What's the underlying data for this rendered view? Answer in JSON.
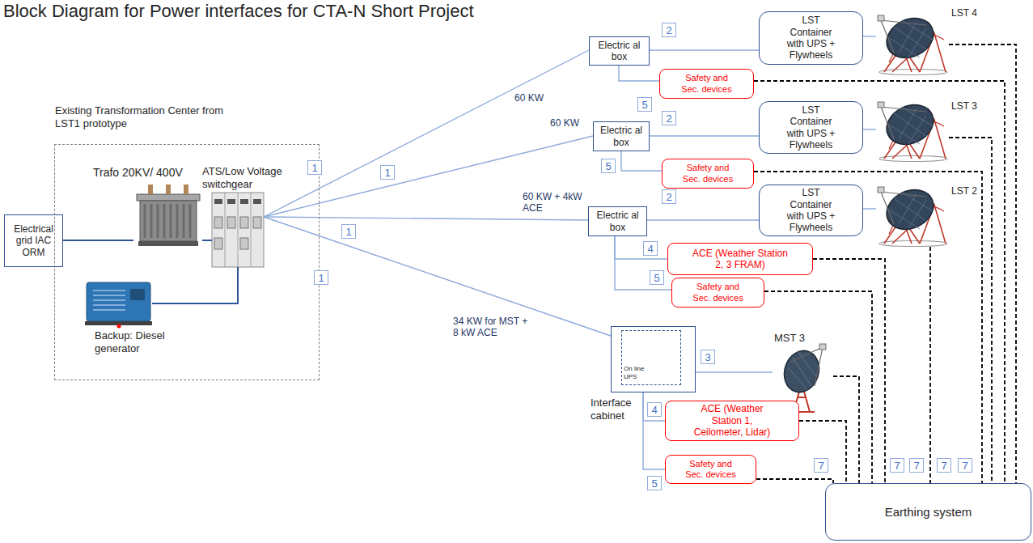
{
  "diagram": {
    "title": "Block Diagram for Power interfaces for CTA-N Short Project",
    "nodes": [
      {
        "text": [
          "Electrical grid IAC ORM"
        ]
      },
      {
        "text": [
          "Existing Transformation Center from LST1 prototype"
        ]
      },
      {
        "text": [
          "Trafo 20KV/ 400V"
        ],
        "in": 1
      },
      {
        "text": [
          "ATS/Low Voltage switchgear"
        ],
        "in": 1
      },
      {
        "text": [
          "Backup: Diesel generator"
        ],
        "in": 1
      },
      {
        "text": [
          "Electric al box"
        ]
      },
      {
        "text": [
          "LST Container with UPS + Flywheels"
        ]
      },
      {
        "text": [
          "LST 4"
        ]
      },
      {
        "text": [
          "Safety and Sec. devices"
        ]
      },
      {
        "text": [
          "Electric al box"
        ]
      },
      {
        "text": [
          "LST Container with UPS + Flywheels"
        ]
      },
      {
        "text": [
          "LST 3"
        ]
      },
      {
        "text": [
          "Safety and Sec. devices"
        ]
      },
      {
        "text": [
          "Electric al box"
        ]
      },
      {
        "text": [
          "LST Container with UPS + Flywheels"
        ]
      },
      {
        "text": [
          "LST 2"
        ]
      },
      {
        "text": [
          "ACE (Weather Station 2, 3 FRAM)"
        ]
      },
      {
        "text": [
          "Safety and Sec. devices"
        ]
      },
      {
        "text": [
          "Interface cabinet"
        ]
      },
      {
        "text": [
          "On line UPS"
        ],
        "in": 18
      },
      {
        "text": [
          "MST 3"
        ]
      },
      {
        "text": [
          "ACE (Weather Station 1, Ceilometer, Lidar)"
        ]
      },
      {
        "text": [
          "Safety and Sec. devices"
        ]
      },
      {
        "text": [
          "Earthing system"
        ]
      }
    ],
    "edges": [
      {
        "from": 0,
        "to": 2,
        "arrow": "none"
      },
      {
        "from": 2,
        "to": 3,
        "arrow": "none"
      },
      {
        "from": 4,
        "to": 3,
        "arrow": "none"
      },
      {
        "from": 3,
        "to": 5,
        "label": "60 KW",
        "arrow": "none"
      },
      {
        "from": 3,
        "to": 9,
        "label": "60 KW",
        "arrow": "none"
      },
      {
        "from": 3,
        "to": 13,
        "label": "60 KW + 4kW ACE",
        "arrow": "none"
      },
      {
        "from": 3,
        "to": 18,
        "label": "34 KW for MST + 8 kW ACE",
        "arrow": "none"
      },
      {
        "from": 5,
        "to": 6,
        "arrow": "none"
      },
      {
        "from": 6,
        "to": 7,
        "arrow": "none"
      },
      {
        "from": 5,
        "to": 8,
        "arrow": "none"
      },
      {
        "from": 9,
        "to": 10,
        "arrow": "none"
      },
      {
        "from": 10,
        "to": 11,
        "arrow": "none"
      },
      {
        "from": 9,
        "to": 12,
        "arrow": "none"
      },
      {
        "from": 13,
        "to": 14,
        "arrow": "none"
      },
      {
        "from": 14,
        "to": 15,
        "arrow": "none"
      },
      {
        "from": 13,
        "to": 16,
        "arrow": "none"
      },
      {
        "from": 13,
        "to": 17,
        "arrow": "none"
      },
      {
        "from": 18,
        "to": 20,
        "arrow": "none"
      },
      {
        "from": 18,
        "to": 21,
        "arrow": "none"
      },
      {
        "from": 18,
        "to": 22,
        "arrow": "none"
      },
      {
        "from": 7,
        "to": 23,
        "arrow": "none"
      },
      {
        "from": 8,
        "to": 23,
        "arrow": "none"
      },
      {
        "from": 11,
        "to": 23,
        "arrow": "none"
      },
      {
        "from": 12,
        "to": 23,
        "arrow": "none"
      },
      {
        "from": 15,
        "to": 23,
        "arrow": "none"
      },
      {
        "from": 16,
        "to": 23,
        "arrow": "none"
      },
      {
        "from": 17,
        "to": 23,
        "arrow": "none"
      },
      {
        "from": 20,
        "to": 23,
        "arrow": "none"
      },
      {
        "from": 21,
        "to": 23,
        "arrow": "none"
      },
      {
        "from": 22,
        "to": 23,
        "arrow": "none"
      }
    ],
    "labels": [
      "1",
      "1",
      "1",
      "1",
      "2",
      "5",
      "2",
      "5",
      "2",
      "4",
      "5",
      "3",
      "4",
      "5",
      "7",
      "7",
      "7",
      "7",
      "7"
    ]
  }
}
